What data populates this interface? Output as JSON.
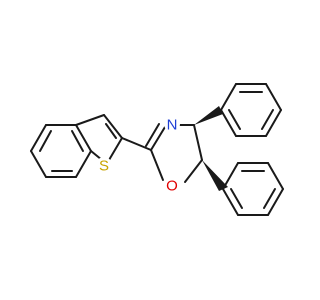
{
  "molecule": {
    "atoms": {
      "sulfur": {
        "symbol": "S",
        "color": "#c8a400"
      },
      "nitrogen": {
        "symbol": "N",
        "color": "#1f3fd6"
      },
      "oxygen": {
        "symbol": "O",
        "color": "#e00000"
      }
    },
    "bond_color": "#1a1a1a"
  }
}
